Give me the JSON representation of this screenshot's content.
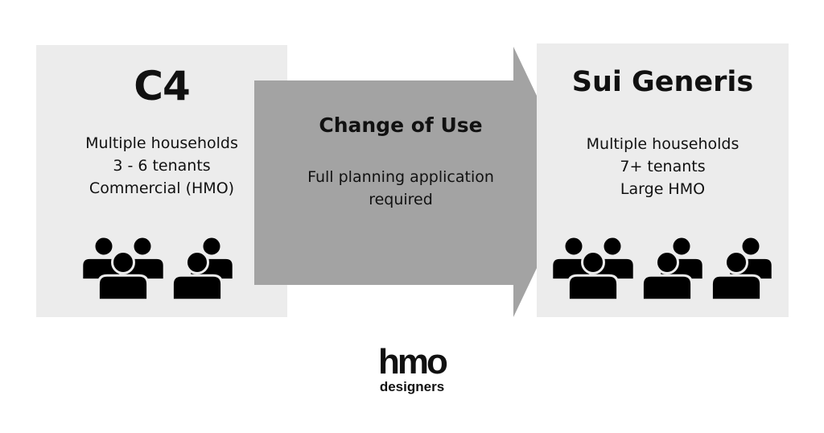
{
  "left_box": {
    "title": "C4",
    "lines": [
      "Multiple households",
      "3 - 6 tenants",
      "Commercial (HMO)"
    ],
    "people_groups": [
      3,
      2
    ]
  },
  "arrow": {
    "title": "Change of Use",
    "description_lines": [
      "Full planning application",
      "required"
    ]
  },
  "right_box": {
    "title": "Sui Generis",
    "lines": [
      "Multiple households",
      "7+ tenants",
      "Large HMO"
    ],
    "people_groups": [
      3,
      2,
      2
    ]
  },
  "logo": {
    "main": "hmo",
    "sub": "designers"
  },
  "colors": {
    "panel": "#ececec",
    "arrow": "#a3a3a3",
    "icon": "#000000"
  }
}
